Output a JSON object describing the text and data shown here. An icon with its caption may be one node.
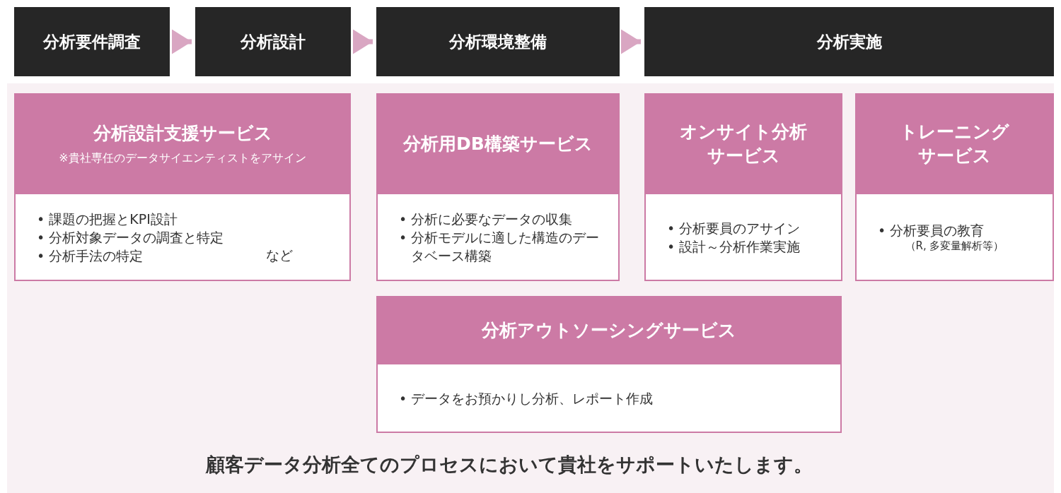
{
  "diagram": {
    "nodes": [
      {
        "text": [
          "分析要件調査"
        ]
      },
      {
        "text": [
          "分析設計"
        ]
      },
      {
        "text": [
          "分析環境整備"
        ]
      },
      {
        "text": [
          "分析実施"
        ]
      },
      {
        "text": [
          "分析設計支援サービス",
          "※貴社専任のデータサイエンティストをアサイン",
          "• 課題の把握とKPI設計",
          "• 分析対象データの調査と特定",
          "• 分析手法の特定",
          "など"
        ]
      },
      {
        "text": [
          "分析用DB構築サービス",
          "• 分析に必要なデータの収集",
          "• 分析モデルに適した構造のデータベース構築"
        ]
      },
      {
        "text": [
          "オンサイト分析サービス",
          "• 分析要員のアサイン",
          "• 設計～分析作業実施"
        ]
      },
      {
        "text": [
          "トレーニングサービス",
          "• 分析要員の教育",
          "（R, 多変量解析等）"
        ]
      },
      {
        "text": [
          "分析アウトソーシングサービス",
          "• データをお預かりし分析、レポート作成"
        ]
      }
    ],
    "edges": [
      {
        "from": 0,
        "to": 1,
        "arrow": "to"
      },
      {
        "from": 1,
        "to": 2,
        "arrow": "to"
      },
      {
        "from": 2,
        "to": 3,
        "arrow": "to"
      }
    ],
    "labels": [
      "顧客データ分析全てのプロセスにおいて貴社をサポートいたします。"
    ]
  }
}
